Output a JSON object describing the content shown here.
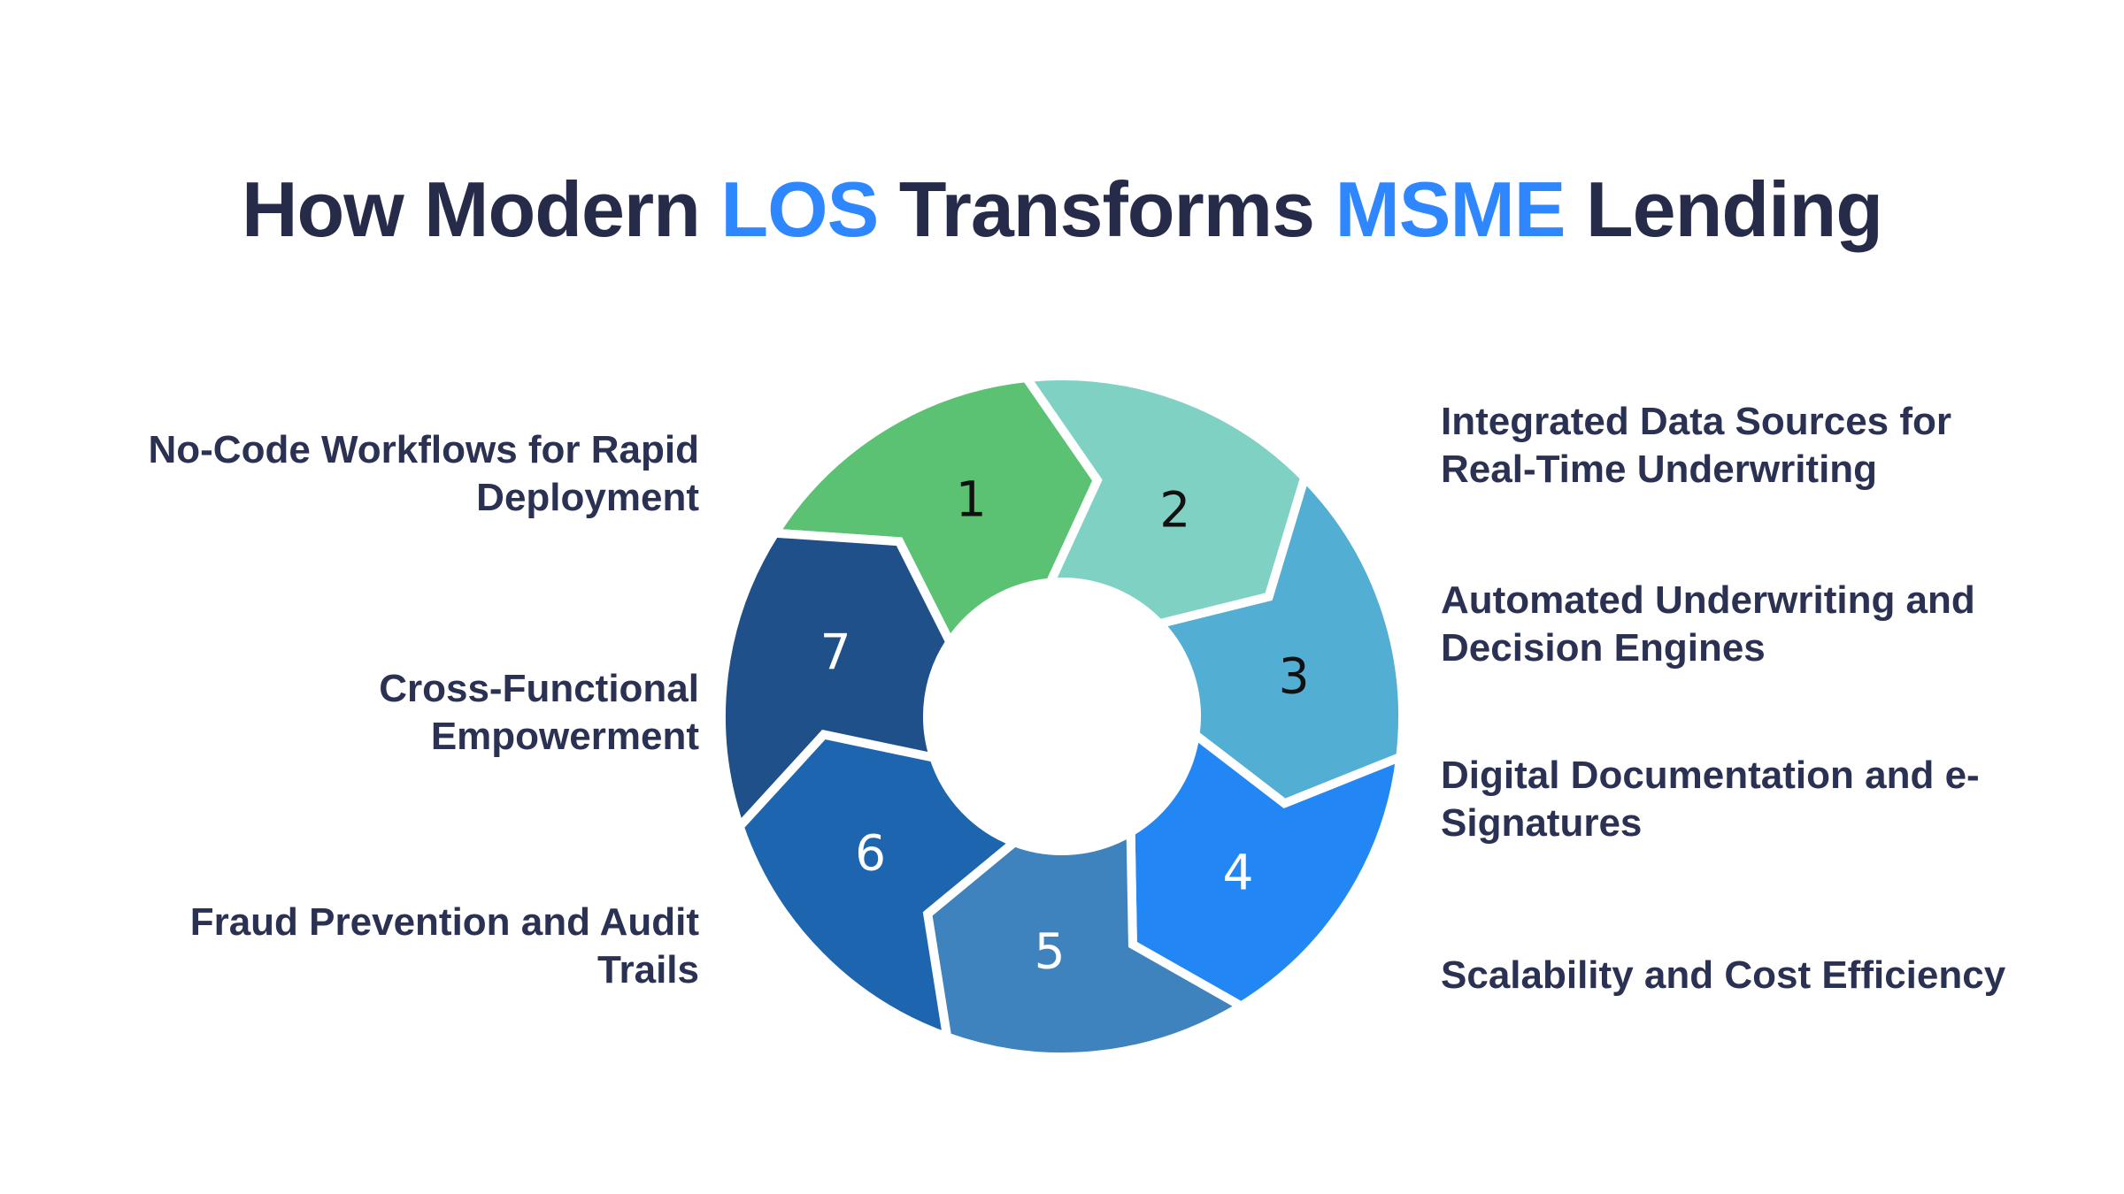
{
  "title": {
    "parts": [
      {
        "text": "How Modern ",
        "color": "#262b49"
      },
      {
        "text": "LOS",
        "color": "#2e87ff"
      },
      {
        "text": " Transforms ",
        "color": "#262b49"
      },
      {
        "text": "MSME",
        "color": "#2e87ff"
      },
      {
        "text": " Lending",
        "color": "#262b49"
      }
    ]
  },
  "wheel": {
    "segments": [
      {
        "number": "1",
        "color": "#5bc274",
        "number_color": "#111111",
        "label": "No-Code Workflows for Rapid\nDeployment",
        "label_side": "left"
      },
      {
        "number": "2",
        "color": "#7fd2c3",
        "number_color": "#111111",
        "label": "Integrated Data Sources for\nReal-Time Underwriting",
        "label_side": "right"
      },
      {
        "number": "3",
        "color": "#53aed4",
        "number_color": "#111111",
        "label": "Automated Underwriting and\nDecision Engines",
        "label_side": "right"
      },
      {
        "number": "4",
        "color": "#2287f5",
        "number_color": "#ffffff",
        "label": "Digital Documentation and e-\nSignatures",
        "label_side": "right"
      },
      {
        "number": "5",
        "color": "#3f83be",
        "number_color": "#ffffff",
        "label": "Scalability and Cost Efficiency",
        "label_side": "right"
      },
      {
        "number": "6",
        "color": "#1d65ae",
        "number_color": "#ffffff",
        "label": "Fraud Prevention and Audit\nTrails",
        "label_side": "left"
      },
      {
        "number": "7",
        "color": "#1f5089",
        "number_color": "#ffffff",
        "label": "Cross-Functional\nEmpowerment",
        "label_side": "left"
      }
    ]
  },
  "colors": {
    "background": "#ffffff",
    "title_navy": "#262b49",
    "accent_blue": "#2e87ff",
    "label_navy": "#2b3152",
    "segment_gap": "#ffffff"
  }
}
